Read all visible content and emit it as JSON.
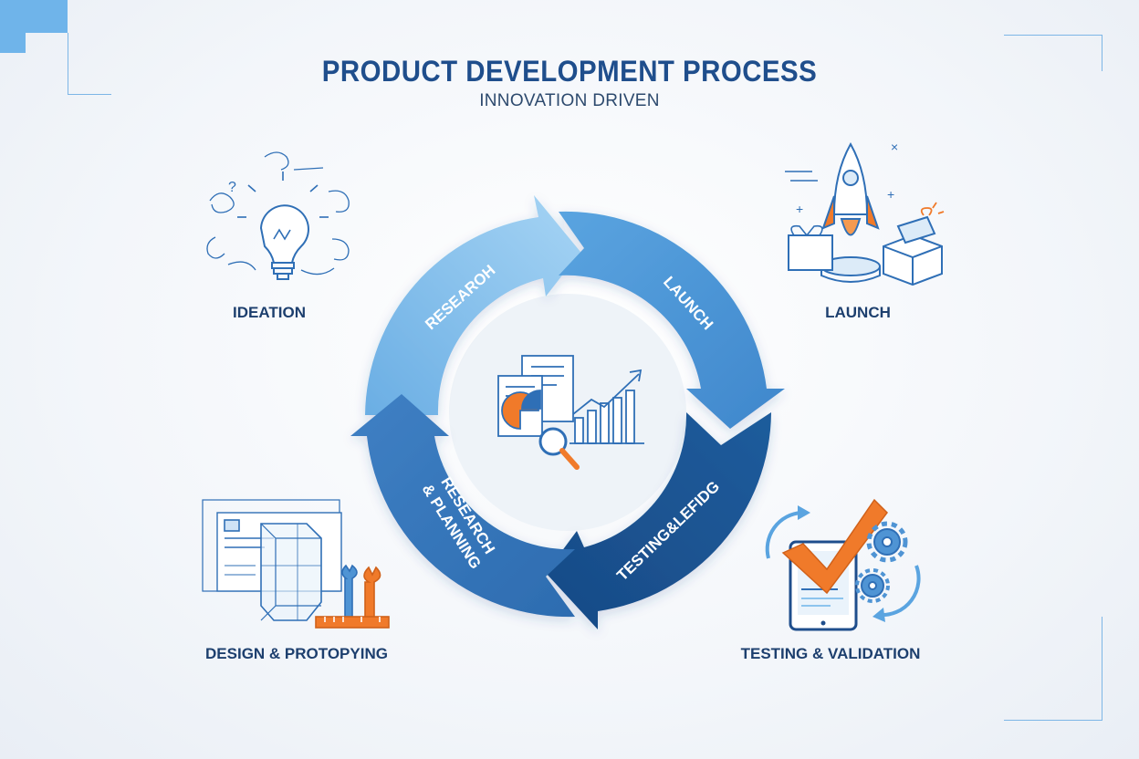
{
  "header": {
    "title": "PRODUCT DEVELOPMENT PROCESS",
    "subtitle": "INNOVATION DRIVEN"
  },
  "stages": {
    "ideation": "IDEATION",
    "launch": "LAUNCH",
    "design": "DESIGN & PROTOPYING",
    "testing": "TESTING & VALIDATION"
  },
  "cycle": {
    "segment_top_left": "RESEAROH",
    "segment_top_right": "LAUNCH",
    "segment_bottom_left_line1": "RESEARCH",
    "segment_bottom_left_line2": "& PLANNING",
    "segment_bottom_right": "TESTING&LEFIDG"
  },
  "colors": {
    "primary": "#1f4e8c",
    "accent_orange": "#f07a2a",
    "light_blue": "#8cc4ee",
    "mid_blue": "#4f94d4",
    "dark_blue": "#1d5a9a"
  },
  "icons": {
    "ideation": "lightbulb-icon",
    "launch": "rocket-icon",
    "design": "blueprint-tools-icon",
    "testing": "tablet-checkmark-icon",
    "center": "analytics-report-icon"
  }
}
